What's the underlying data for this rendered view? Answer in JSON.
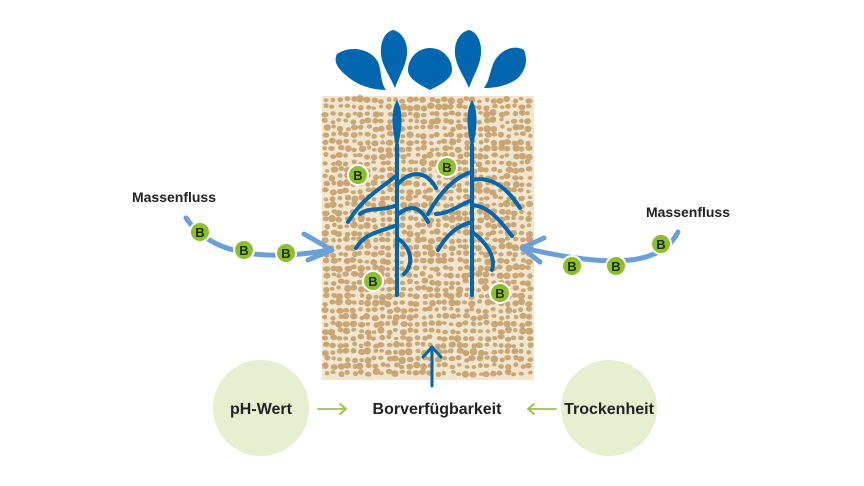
{
  "labels": {
    "massflow_left": "Massenfluss",
    "massflow_right": "Massenfluss",
    "ph": "pH-Wert",
    "availability": "Borverfügbarkeit",
    "dryness": "Trockenheit"
  },
  "badge_letter": "B",
  "colors": {
    "soil_bg": "#f3e6cf",
    "soil_grain": "#c9a676",
    "plant_blue": "#0066b0",
    "flow_blue": "#6a9fd8",
    "badge_green": "#8cbf2a",
    "badge_stroke": "#ffffff",
    "factor_circle": "#e6efcf",
    "factor_arrow": "#9bc34a"
  },
  "icons": [
    "water-drop-icon",
    "root-icon",
    "boron-badge-icon",
    "arrow-icon"
  ]
}
